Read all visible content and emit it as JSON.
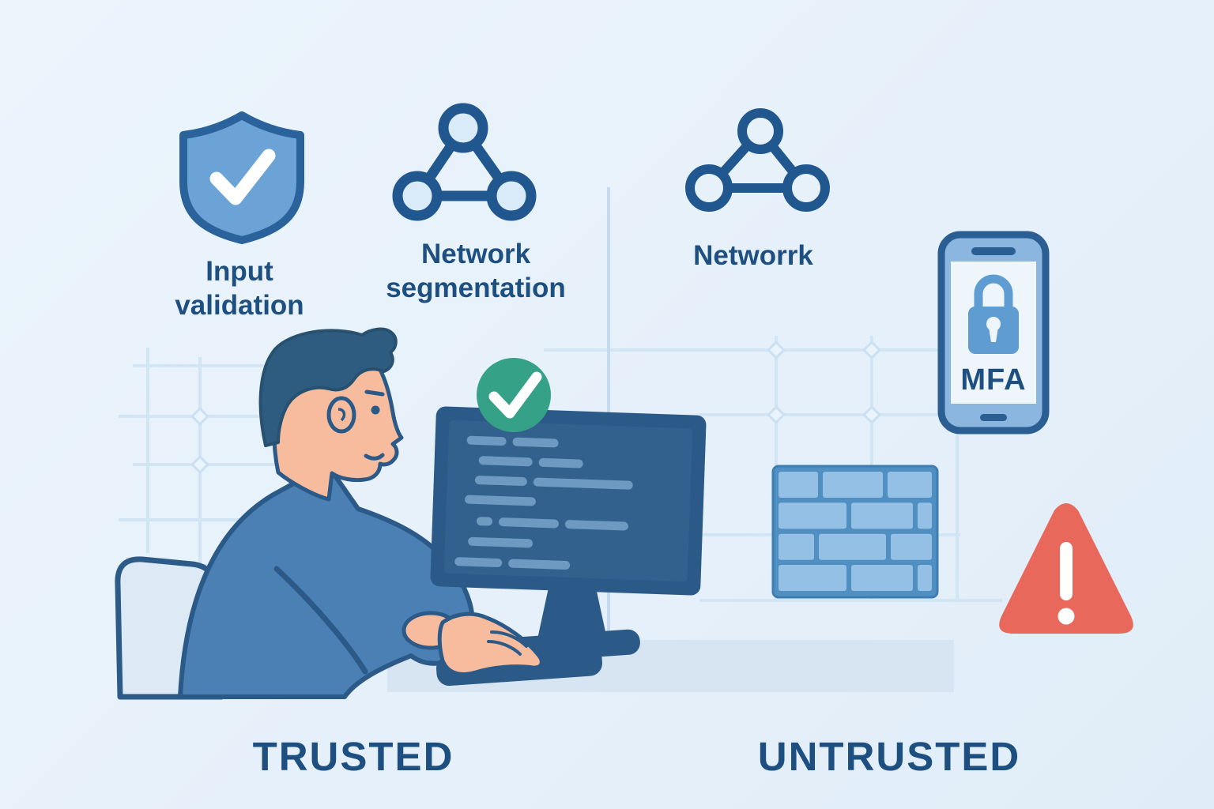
{
  "illustration": {
    "description": "Trusted vs untrusted security zones illustration",
    "background": "#e8f2fb"
  },
  "labels": {
    "input_validation": "Input validation",
    "network_segmentation": "Network segmentation",
    "network_untrusted": "Networrk",
    "mfa": "MFA",
    "trusted_zone": "TRUSTED",
    "untrusted_zone": "UNTRUSTED"
  },
  "icons": {
    "shield_check": "shield-check-icon",
    "network_left": "network-triangle-icon",
    "network_right": "network-triangle-icon",
    "mfa_phone": "phone-lock-icon",
    "verified_badge": "green-check-badge-icon",
    "firewall": "firewall-bricks-icon",
    "warning": "warning-triangle-icon",
    "workstation": "developer-at-workstation-illustration"
  },
  "colors": {
    "navy_text": "#1d4f80",
    "icon_stroke": "#21578f",
    "shield_fill": "#6ba3d6",
    "badge_green": "#35a186",
    "warning_red": "#e8695b",
    "brick_fill": "#93c0e4",
    "brick_mortar": "#4f8fc2",
    "phone_body": "#8ab6df",
    "lock_blue": "#5e9cd2",
    "sweater_blue": "#4a80b4",
    "skin": "#f7bb9e",
    "monitor_frame": "#2b5a88",
    "screen_fill": "#33618e",
    "code_line": "#6e9ac1",
    "grid_line": "#d2e5f4",
    "desk_band": "#d6e5f1"
  }
}
